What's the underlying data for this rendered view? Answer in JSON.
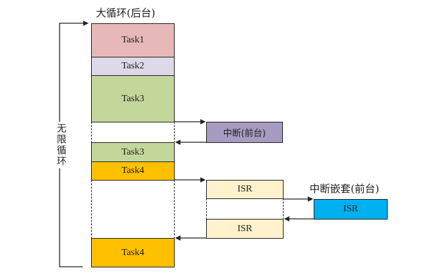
{
  "title": "大循环(后台)",
  "loop_label": "无限循环",
  "tasks": [
    {
      "label": "Task1",
      "color": "#e6b8b7"
    },
    {
      "label": "Task2",
      "color": "#ddd9e8"
    },
    {
      "label": "Task3",
      "color": "#c4d79b"
    },
    {
      "label": "Task3",
      "color": "#c4d79b"
    },
    {
      "label": "Task4",
      "color": "#ffc000"
    },
    {
      "label": "Task4",
      "color": "#ffc000"
    }
  ],
  "interrupt": {
    "label": "中断(前台)",
    "color": "#a69bc0"
  },
  "isr": [
    {
      "label": "ISR",
      "color": "#fff2cc"
    },
    {
      "label": "ISR",
      "color": "#fff2cc"
    }
  ],
  "nested": {
    "title": "中断嵌套(前台)",
    "label": "ISR",
    "color": "#00b0f0"
  }
}
